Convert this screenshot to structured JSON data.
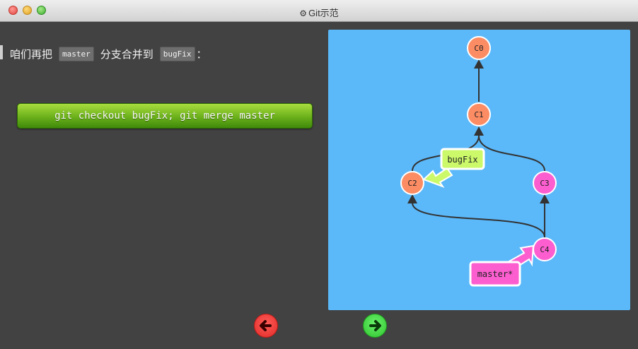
{
  "window": {
    "title": "Git示范",
    "title_icon": "gear-icon"
  },
  "instruction": {
    "prefix": "咱们再把",
    "chip1": "master",
    "middle": "分支合并到",
    "chip2": "bugFix",
    "suffix": "："
  },
  "command": {
    "label": "git checkout bugFix; git merge master",
    "color": "#6bb01b"
  },
  "graph": {
    "background": "#5bb8f9",
    "commits": [
      {
        "id": "C0",
        "color": "#fc8c63"
      },
      {
        "id": "C1",
        "color": "#fc8c63"
      },
      {
        "id": "C2",
        "color": "#fc8c63"
      },
      {
        "id": "C3",
        "color": "#fc5ed0"
      },
      {
        "id": "C4",
        "color": "#fc5ed0"
      }
    ],
    "branches": [
      {
        "name": "bugFix",
        "target": "C2",
        "color": "#cbf96a"
      },
      {
        "name": "master*",
        "target": "C4",
        "color": "#fc5ed0"
      }
    ]
  },
  "navigation": {
    "back_icon": "arrow-left-icon",
    "back_color": "#e02a27",
    "forward_icon": "arrow-right-icon",
    "forward_color": "#2ec42e"
  }
}
